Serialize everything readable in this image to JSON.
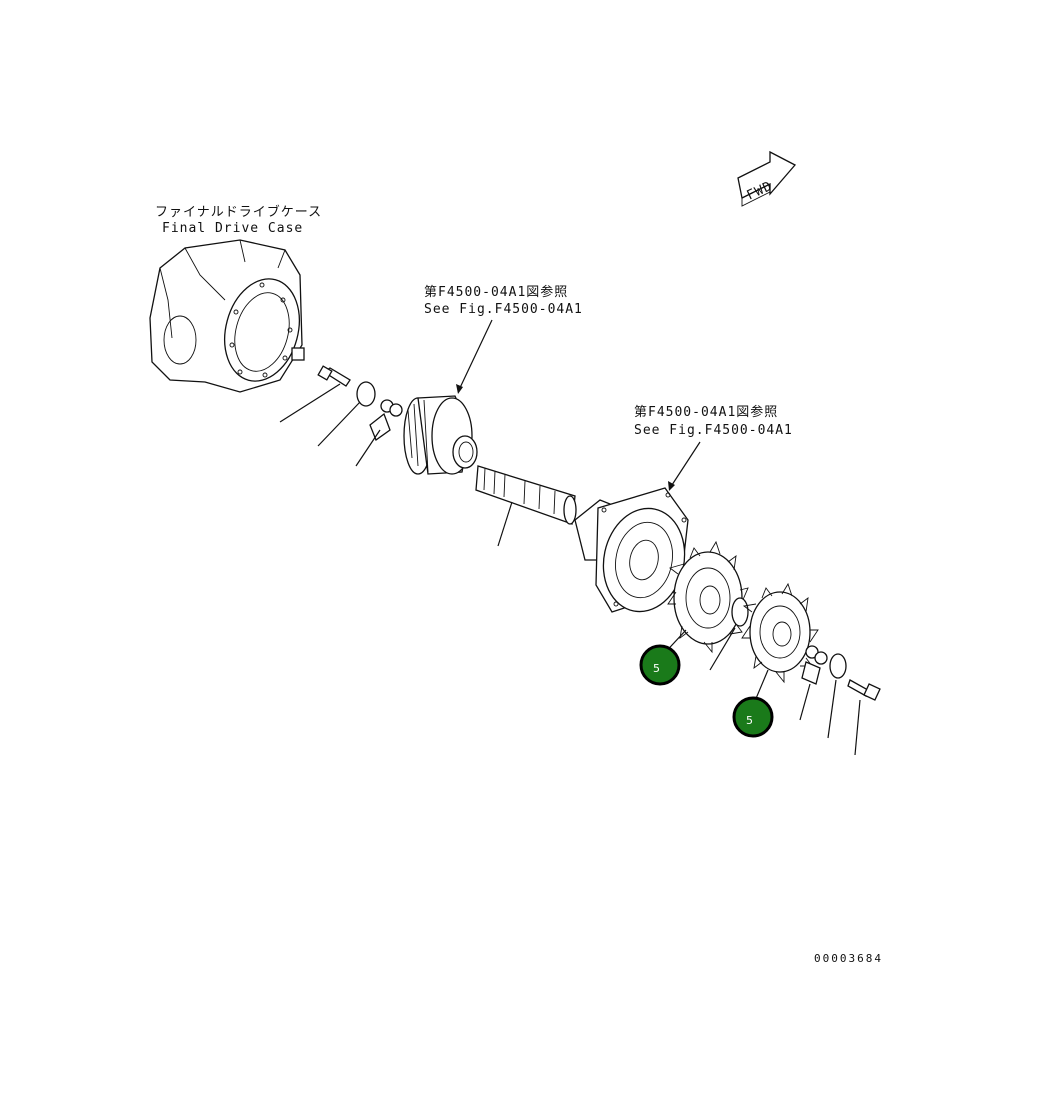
{
  "labels": {
    "case_jp": "ファイナルドライブケース",
    "case_en": "Final Drive Case",
    "ref1_jp": "第F4500-04A1図参照",
    "ref1_en": "See Fig.F4500-04A1",
    "ref2_jp": "第F4500-04A1図参照",
    "ref2_en": "See Fig.F4500-04A1",
    "fwd": "FWD",
    "figure_number": "00003684"
  },
  "markers": [
    {
      "text": "5",
      "color": "#1a7a1a"
    },
    {
      "text": "5",
      "color": "#1a7a1a"
    }
  ],
  "colors": {
    "marker_fill": "#1a7a1a",
    "marker_stroke": "#000000",
    "line": "#111111"
  }
}
